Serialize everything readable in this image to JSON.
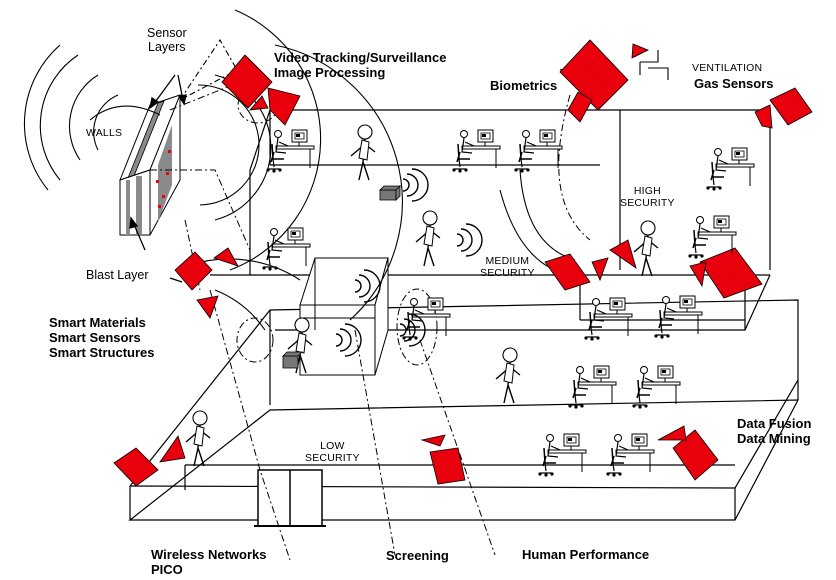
{
  "labels": {
    "sensor_layers": [
      "Sensor",
      "Layers"
    ],
    "walls": "WALLS",
    "blast_layer": "Blast Layer",
    "video": [
      "Video Tracking/Surveillance",
      "Image Processing"
    ],
    "biometrics": "Biometrics",
    "ventilation": "VENTILATION",
    "gas_sensors": "Gas Sensors",
    "high_security": [
      "HIGH",
      "SECURITY"
    ],
    "medium_security": [
      "MEDIUM",
      "SECURITY"
    ],
    "low_security": [
      "LOW",
      "SECURITY"
    ],
    "smart": [
      "Smart Materials",
      "Smart Sensors",
      "Smart Structures"
    ],
    "data": [
      "Data Fusion",
      "Data Mining"
    ],
    "wireless": [
      "Wireless Networks",
      "PICO"
    ],
    "screening": "Screening",
    "human_performance": "Human Performance"
  },
  "colors": {
    "sensor_red": "#e8000c",
    "line": "#000000",
    "wall_gray": "#8a8a8a"
  },
  "icons": [
    "camera-sensor-icon",
    "workstation-icon",
    "person-icon",
    "package-icon",
    "wireless-signal-icon"
  ]
}
